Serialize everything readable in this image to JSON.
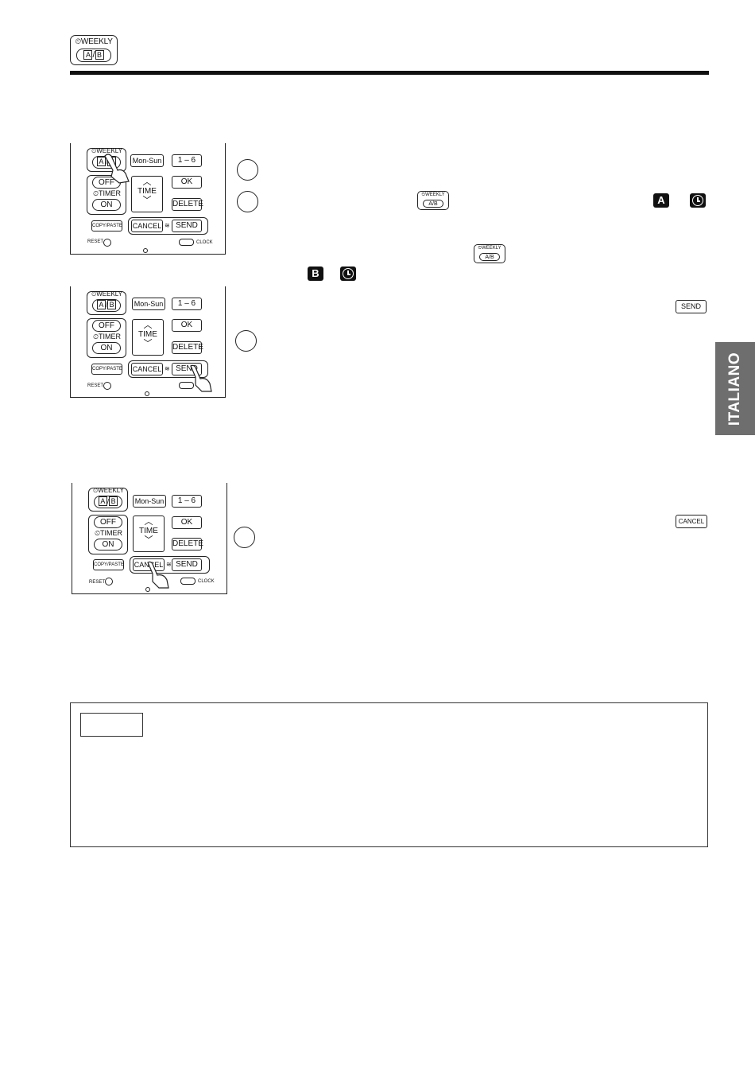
{
  "header": {
    "badge_top": "WEEKLY",
    "badge_a": "A",
    "badge_slash": "/",
    "badge_b": "B"
  },
  "remote": {
    "weekly": "WEEKLY",
    "a": "A",
    "slash": "/",
    "b": "B",
    "mon_sun": "Mon-Sun",
    "one_six": "1 – 6",
    "off": "OFF",
    "timer": "TIMER",
    "on": "ON",
    "time": "TIME",
    "ok": "OK",
    "delete": "DELETE",
    "copy_paste": "COPY/PASTE",
    "cancel": "CANCEL",
    "send": "SEND",
    "reset": "RESET",
    "clock": "CLOCK"
  },
  "icons": {
    "block_a": "A",
    "block_b": "B",
    "send_key": "SEND",
    "cancel_key": "CANCEL",
    "mini_weekly": "WEEKLY",
    "mini_ab": "A/B"
  },
  "sidetab": {
    "label": "ITALIANO"
  },
  "colors": {
    "sidetab": "#6e6e6e",
    "rule": "#111111"
  }
}
